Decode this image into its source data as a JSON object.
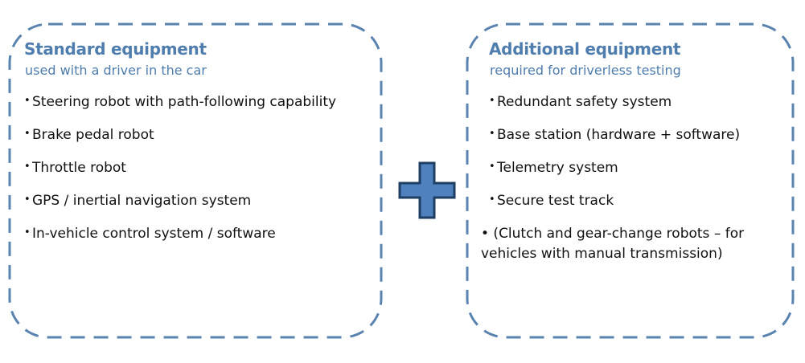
{
  "colors": {
    "border": "#5a83b0",
    "heading": "#4f7dad",
    "plus_fill": "#4e81bd",
    "plus_stroke": "#1f3e63"
  },
  "standard": {
    "title": "Standard equipment",
    "subtitle": "used with a driver in the car",
    "items": [
      "Steering robot with path-following capability",
      "Brake pedal robot",
      "Throttle robot",
      "GPS / inertial navigation system",
      "In-vehicle control system / software"
    ]
  },
  "additional": {
    "title": "Additional equipment",
    "subtitle": "required for driverless testing",
    "items": [
      "Redundant safety system",
      "Base station (hardware + software)",
      "Telemetry system",
      "Secure test track",
      "(Clutch and gear-change robots – for vehicles with manual transmission)"
    ]
  },
  "bullet_glyph": "•",
  "connector_icon": "plus-icon"
}
